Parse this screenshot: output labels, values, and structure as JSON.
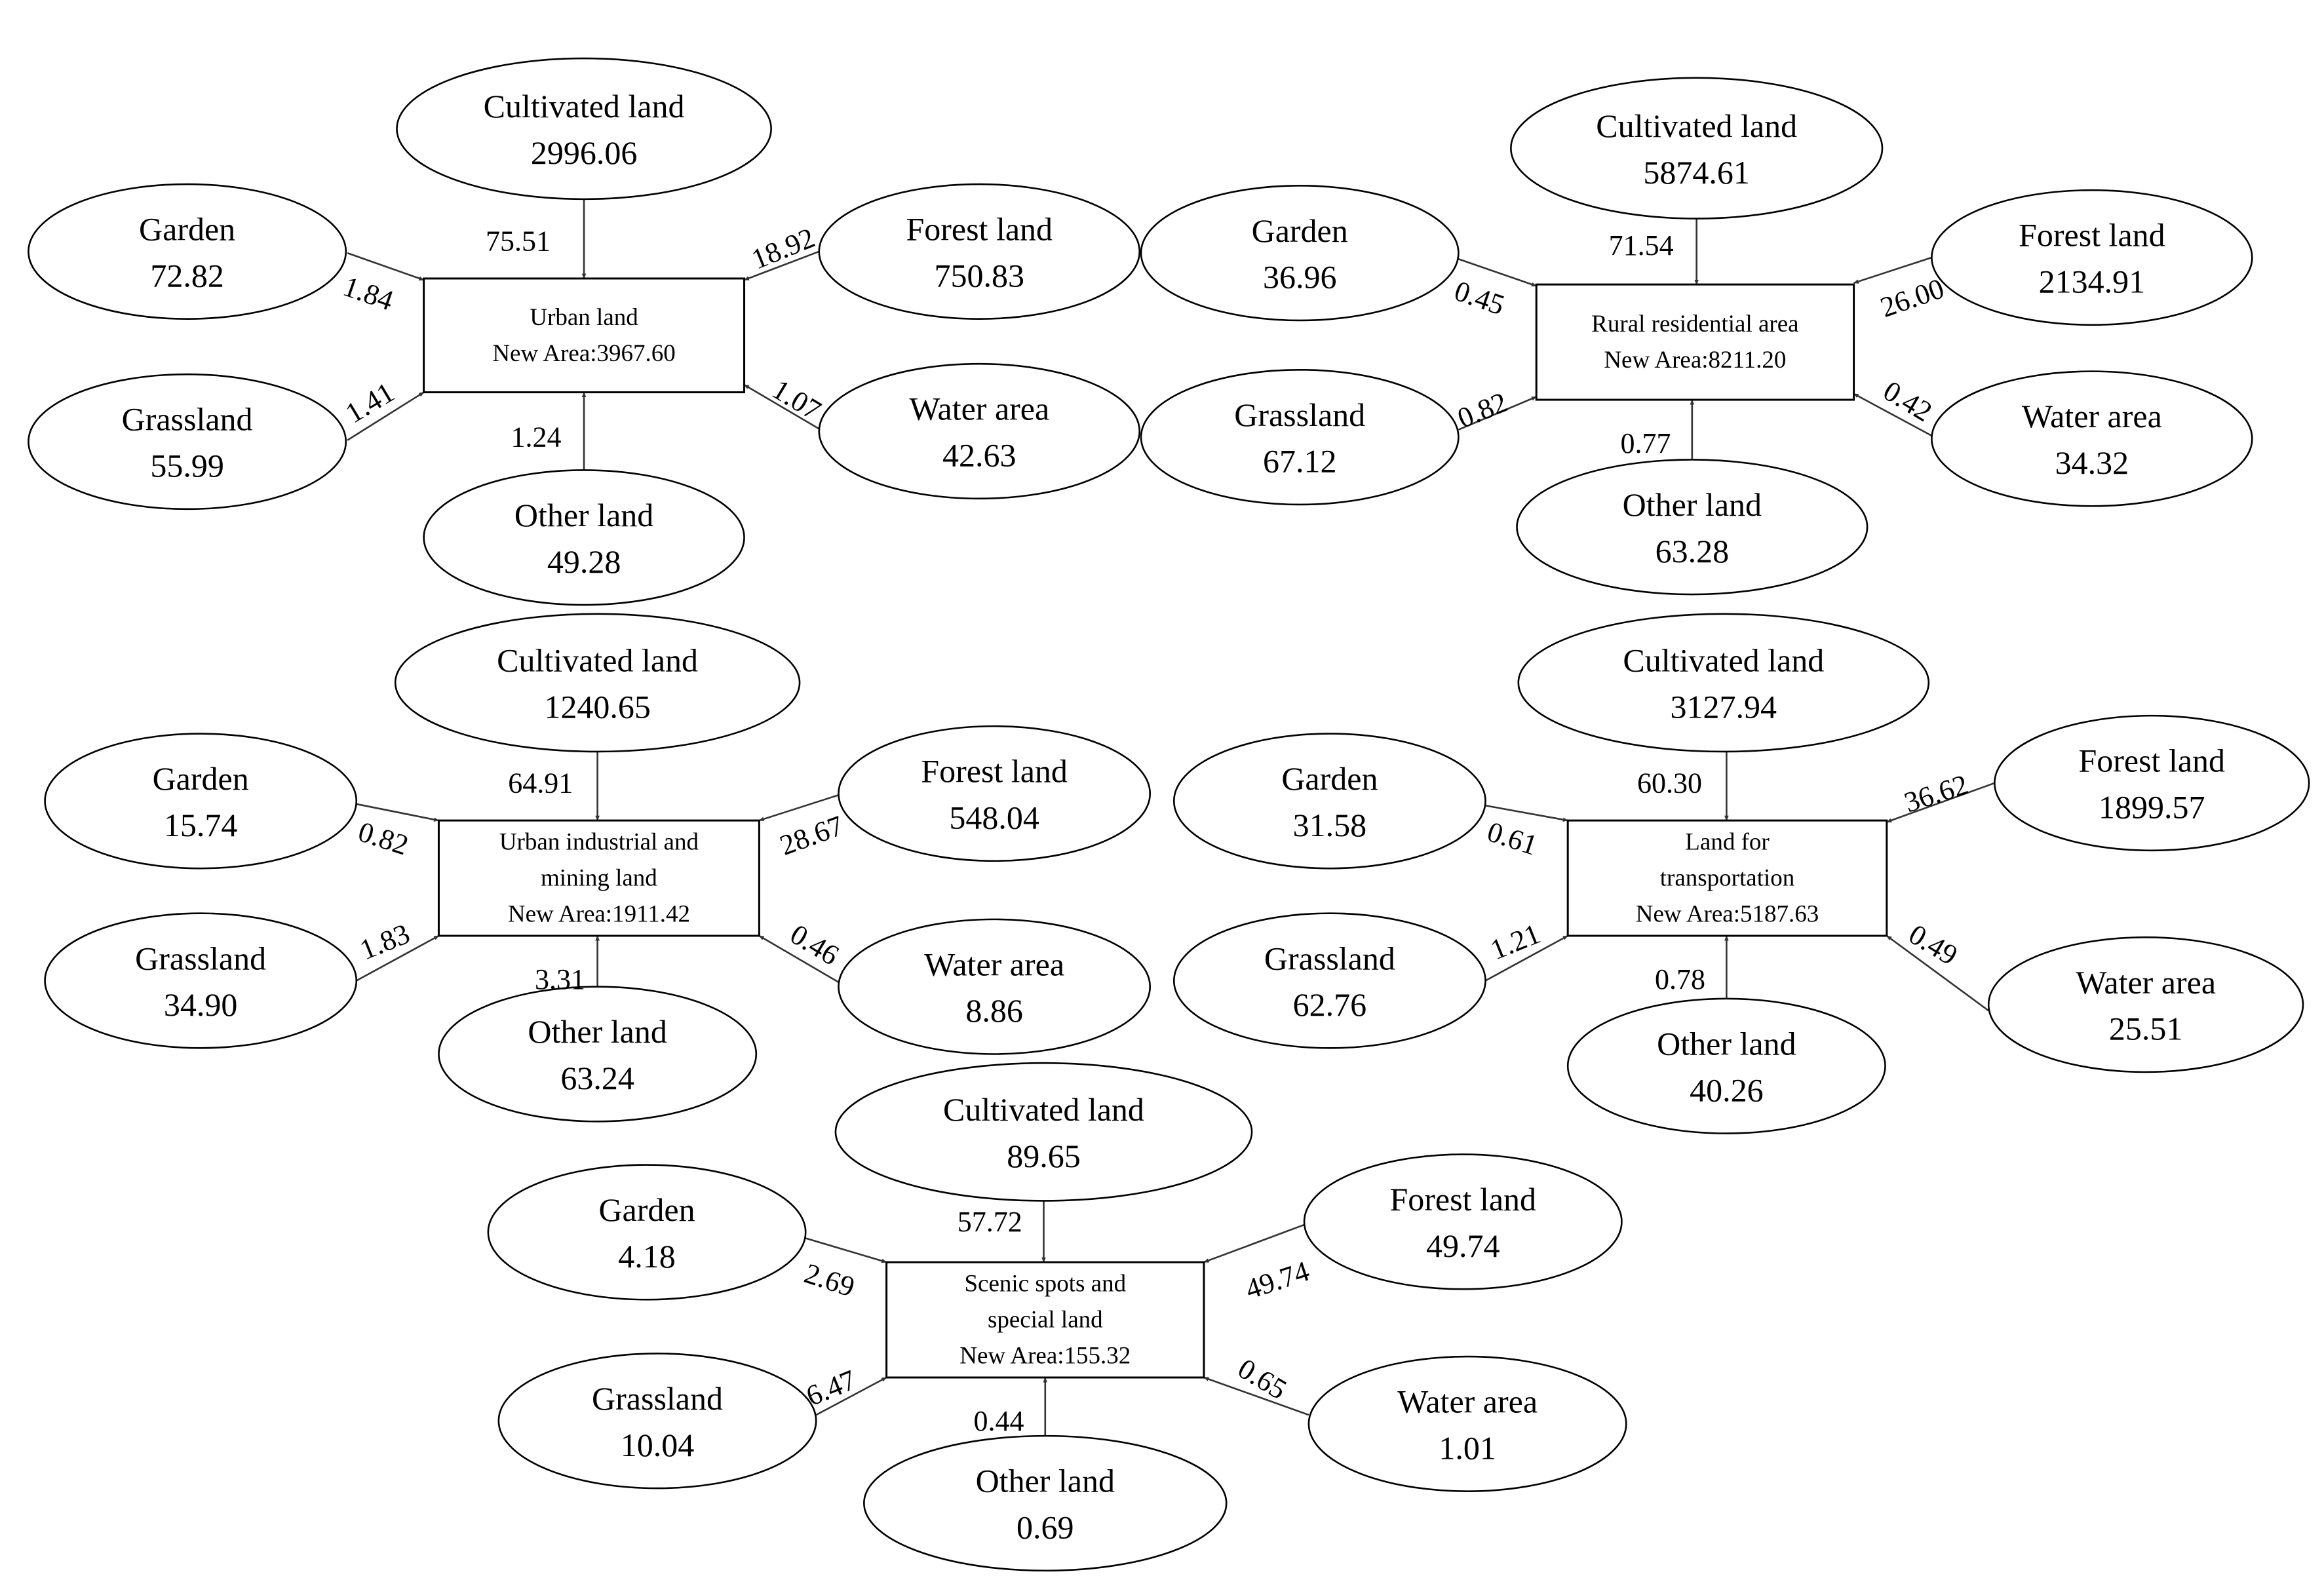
{
  "groups": [
    {
      "id": "urban-land",
      "target": {
        "lines": [
          "Urban land",
          "New Area:3967.60"
        ]
      },
      "sources": [
        {
          "key": "cultivated",
          "name": "Cultivated land",
          "area": "2996.06",
          "flow": "75.51"
        },
        {
          "key": "garden",
          "name": "Garden",
          "area": "72.82",
          "flow": "1.84"
        },
        {
          "key": "forest",
          "name": "Forest land",
          "area": "750.83",
          "flow": "18.92"
        },
        {
          "key": "grassland",
          "name": "Grassland",
          "area": "55.99",
          "flow": "1.41"
        },
        {
          "key": "water",
          "name": "Water area",
          "area": "42.63",
          "flow": "1.07"
        },
        {
          "key": "other",
          "name": "Other land",
          "area": "49.28",
          "flow": "1.24"
        }
      ]
    },
    {
      "id": "rural-residential-area",
      "target": {
        "lines": [
          "Rural residential area",
          "New Area:8211.20"
        ]
      },
      "sources": [
        {
          "key": "cultivated",
          "name": "Cultivated land",
          "area": "5874.61",
          "flow": "71.54"
        },
        {
          "key": "garden",
          "name": "Garden",
          "area": "36.96",
          "flow": "0.45"
        },
        {
          "key": "forest",
          "name": "Forest land",
          "area": "2134.91",
          "flow": "26.00"
        },
        {
          "key": "grassland",
          "name": "Grassland",
          "area": "67.12",
          "flow": "0.82"
        },
        {
          "key": "water",
          "name": "Water area",
          "area": "34.32",
          "flow": "0.42"
        },
        {
          "key": "other",
          "name": "Other land",
          "area": "63.28",
          "flow": "0.77"
        }
      ]
    },
    {
      "id": "urban-industrial-mining-land",
      "target": {
        "lines": [
          "Urban industrial and",
          "mining land",
          "New Area:1911.42"
        ]
      },
      "sources": [
        {
          "key": "cultivated",
          "name": "Cultivated land",
          "area": "1240.65",
          "flow": "64.91"
        },
        {
          "key": "garden",
          "name": "Garden",
          "area": "15.74",
          "flow": "0.82"
        },
        {
          "key": "forest",
          "name": "Forest land",
          "area": "548.04",
          "flow": "28.67"
        },
        {
          "key": "grassland",
          "name": "Grassland",
          "area": "34.90",
          "flow": "1.83"
        },
        {
          "key": "water",
          "name": "Water area",
          "area": "8.86",
          "flow": "0.46"
        },
        {
          "key": "other",
          "name": "Other land",
          "area": "63.24",
          "flow": "3.31"
        }
      ]
    },
    {
      "id": "land-for-transportation",
      "target": {
        "lines": [
          "Land for",
          "transportation",
          "New Area:5187.63"
        ]
      },
      "sources": [
        {
          "key": "cultivated",
          "name": "Cultivated land",
          "area": "3127.94",
          "flow": "60.30"
        },
        {
          "key": "garden",
          "name": "Garden",
          "area": "31.58",
          "flow": "0.61"
        },
        {
          "key": "forest",
          "name": "Forest land",
          "area": "1899.57",
          "flow": "36.62"
        },
        {
          "key": "grassland",
          "name": "Grassland",
          "area": "62.76",
          "flow": "1.21"
        },
        {
          "key": "water",
          "name": "Water area",
          "area": "25.51",
          "flow": "0.49"
        },
        {
          "key": "other",
          "name": "Other land",
          "area": "40.26",
          "flow": "0.78"
        }
      ]
    },
    {
      "id": "scenic-spots-special-land",
      "target": {
        "lines": [
          "Scenic spots and",
          "special land",
          "New Area:155.32"
        ]
      },
      "sources": [
        {
          "key": "cultivated",
          "name": "Cultivated land",
          "area": "89.65",
          "flow": "57.72"
        },
        {
          "key": "garden",
          "name": "Garden",
          "area": "4.18",
          "flow": "2.69"
        },
        {
          "key": "forest",
          "name": "Forest land",
          "area": "49.74",
          "flow": "49.74"
        },
        {
          "key": "grassland",
          "name": "Grassland",
          "area": "10.04",
          "flow": "6.47"
        },
        {
          "key": "water",
          "name": "Water area",
          "area": "1.01",
          "flow": "0.65"
        },
        {
          "key": "other",
          "name": "Other land",
          "area": "0.69",
          "flow": "0.44"
        }
      ]
    }
  ]
}
